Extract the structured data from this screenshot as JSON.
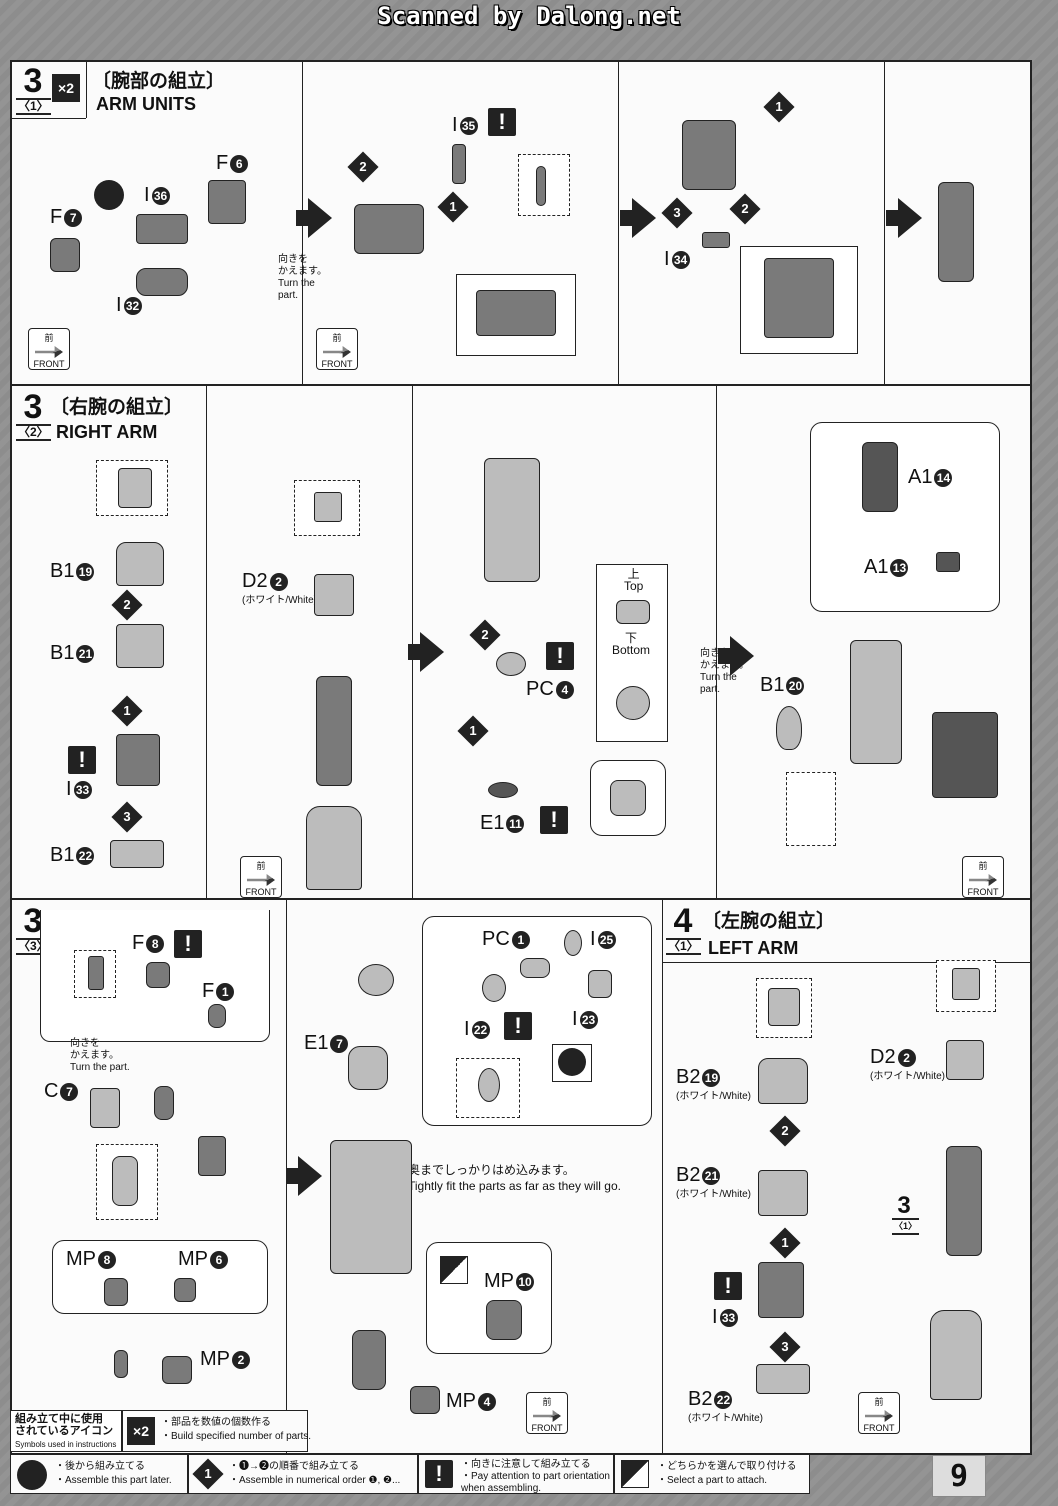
{
  "scan_header": "Scanned by Dalong.net",
  "page_number": "9",
  "section_3_1": {
    "step": "3",
    "sub": "〈1〉",
    "multiplier": "×2",
    "title_jp": "〔腕部の組立〕",
    "title_en": "ARM UNITS",
    "parts": {
      "f7": "F",
      "f7n": "7",
      "i36": "I",
      "i36n": "36",
      "f6": "F",
      "f6n": "6",
      "i32": "I",
      "i32n": "32",
      "i35": "I",
      "i35n": "35",
      "i34": "I",
      "i34n": "34"
    },
    "turn_note_jp": "向きを\nかえます。",
    "turn_note_en": "Turn the\npart.",
    "front_jp": "前",
    "front_en": "FRONT"
  },
  "section_3_2": {
    "step": "3",
    "sub": "〈2〉",
    "title_jp": "〔右腕の組立〕",
    "title_en": "RIGHT ARM",
    "parts": {
      "b1_19": "B1",
      "b1_19n": "19",
      "b1_21": "B1",
      "b1_21n": "21",
      "i33": "I",
      "i33n": "33",
      "b1_22": "B1",
      "b1_22n": "22",
      "d2": "D2",
      "d2n": "2",
      "d2_sub": "(ホワイト/White)",
      "pc4": "PC",
      "pc4n": "4",
      "e1": "E1",
      "e1n": "11",
      "a1_14": "A1",
      "a1_14n": "14",
      "a1_13": "A1",
      "a1_13n": "13",
      "b1_20": "B1",
      "b1_20n": "20"
    },
    "top_jp": "上",
    "top_en": "Top",
    "bottom_jp": "下",
    "bottom_en": "Bottom",
    "turn_note_jp": "向きを\nかえます。",
    "turn_note_en": "Turn the\npart.",
    "front_jp": "前",
    "front_en": "FRONT"
  },
  "section_3_3": {
    "step": "3",
    "sub": "〈3〉",
    "parts": {
      "f8": "F",
      "f8n": "8",
      "f1": "F",
      "f1n": "1",
      "c7": "C",
      "c7n": "7",
      "e1_7": "E1",
      "e1_7n": "7",
      "pc1": "PC",
      "pc1n": "1",
      "i25": "I",
      "i25n": "25",
      "i22": "I",
      "i22n": "22",
      "i23": "I",
      "i23n": "23",
      "mp8": "MP",
      "mp8n": "8",
      "mp6": "MP",
      "mp6n": "6",
      "mp2": "MP",
      "mp2n": "2",
      "mp10": "MP",
      "mp10n": "10",
      "mp4": "MP",
      "mp4n": "4"
    },
    "turn_note_jp": "向きを\nかえます。",
    "turn_note_en": "Turn the part.",
    "fit_note_jp": "奥までしっかりはめ込みます。",
    "fit_note_en": "Tightly fit the parts as far as they will go.",
    "front_jp": "前",
    "front_en": "FRONT"
  },
  "section_4_1": {
    "step": "4",
    "sub": "〈1〉",
    "title_jp": "〔左腕の組立〕",
    "title_en": "LEFT ARM",
    "parts": {
      "b2_19": "B2",
      "b2_19n": "19",
      "b2_21": "B2",
      "b2_21n": "21",
      "i33": "I",
      "i33n": "33",
      "b2_22": "B2",
      "b2_22n": "22",
      "d2": "D2",
      "d2n": "2"
    },
    "white": "(ホワイト/White)",
    "ref_step": "3",
    "ref_sub": "〈1〉",
    "front_jp": "前",
    "front_en": "FRONT"
  },
  "legend": {
    "heading_jp": "組み立て中に使用\nされているアイコン",
    "heading_en": "Symbols used in instructions",
    "x2_label": "×2",
    "x2_jp": "・部品を数値の個数作る",
    "x2_en": "・Build specified number of parts.",
    "later_jp": "・後から組み立てる",
    "later_en": "・Assemble this part later.",
    "order_jp": "・❶→❷の順番で組み立てる",
    "order_en": "・Assemble in numerical order ❶, ❷...",
    "attention_jp": "・向きに注意して組み立てる",
    "attention_en": "・Pay attention to part orientation\n  when assembling.",
    "select_jp": "・どちらかを選んで取り付ける",
    "select_en": "・Select a part to attach."
  },
  "icons": [
    "assemble-later-icon",
    "numbered-order-icon",
    "attention-icon",
    "select-part-icon",
    "front-direction-icon"
  ]
}
